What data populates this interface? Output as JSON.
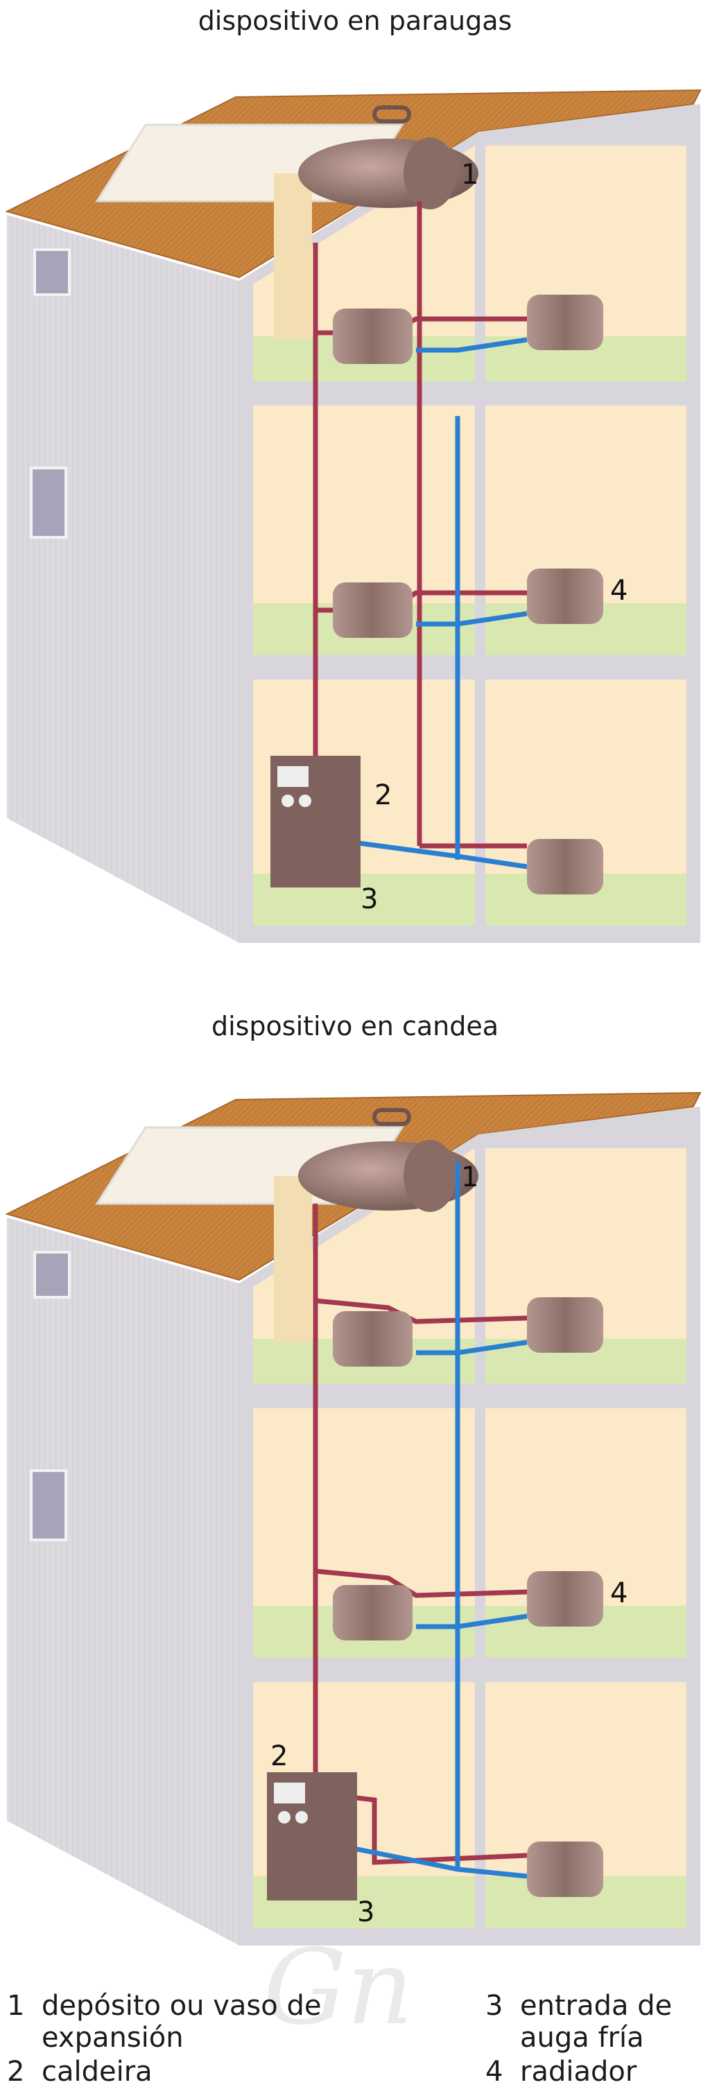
{
  "titles": {
    "umbrella": "dispositivo en paraugas",
    "candle": "dispositivo en candea"
  },
  "callouts": [
    "1",
    "2",
    "3",
    "4"
  ],
  "legend": [
    {
      "num": "1",
      "text": "depósito ou vaso de expansión"
    },
    {
      "num": "2",
      "text": "caldeira"
    },
    {
      "num": "3",
      "text": "entrada de auga fría"
    },
    {
      "num": "4",
      "text": "radiador"
    }
  ],
  "watermark": "Gn",
  "colors": {
    "roof": "#c9853f",
    "wall": "#dcdadf",
    "room": "#fbe9c8",
    "floor": "#d9e8b0",
    "hot_pipe": "#a3384f",
    "cold_pipe": "#2b7fd1",
    "radiator": "#9a7c76"
  }
}
